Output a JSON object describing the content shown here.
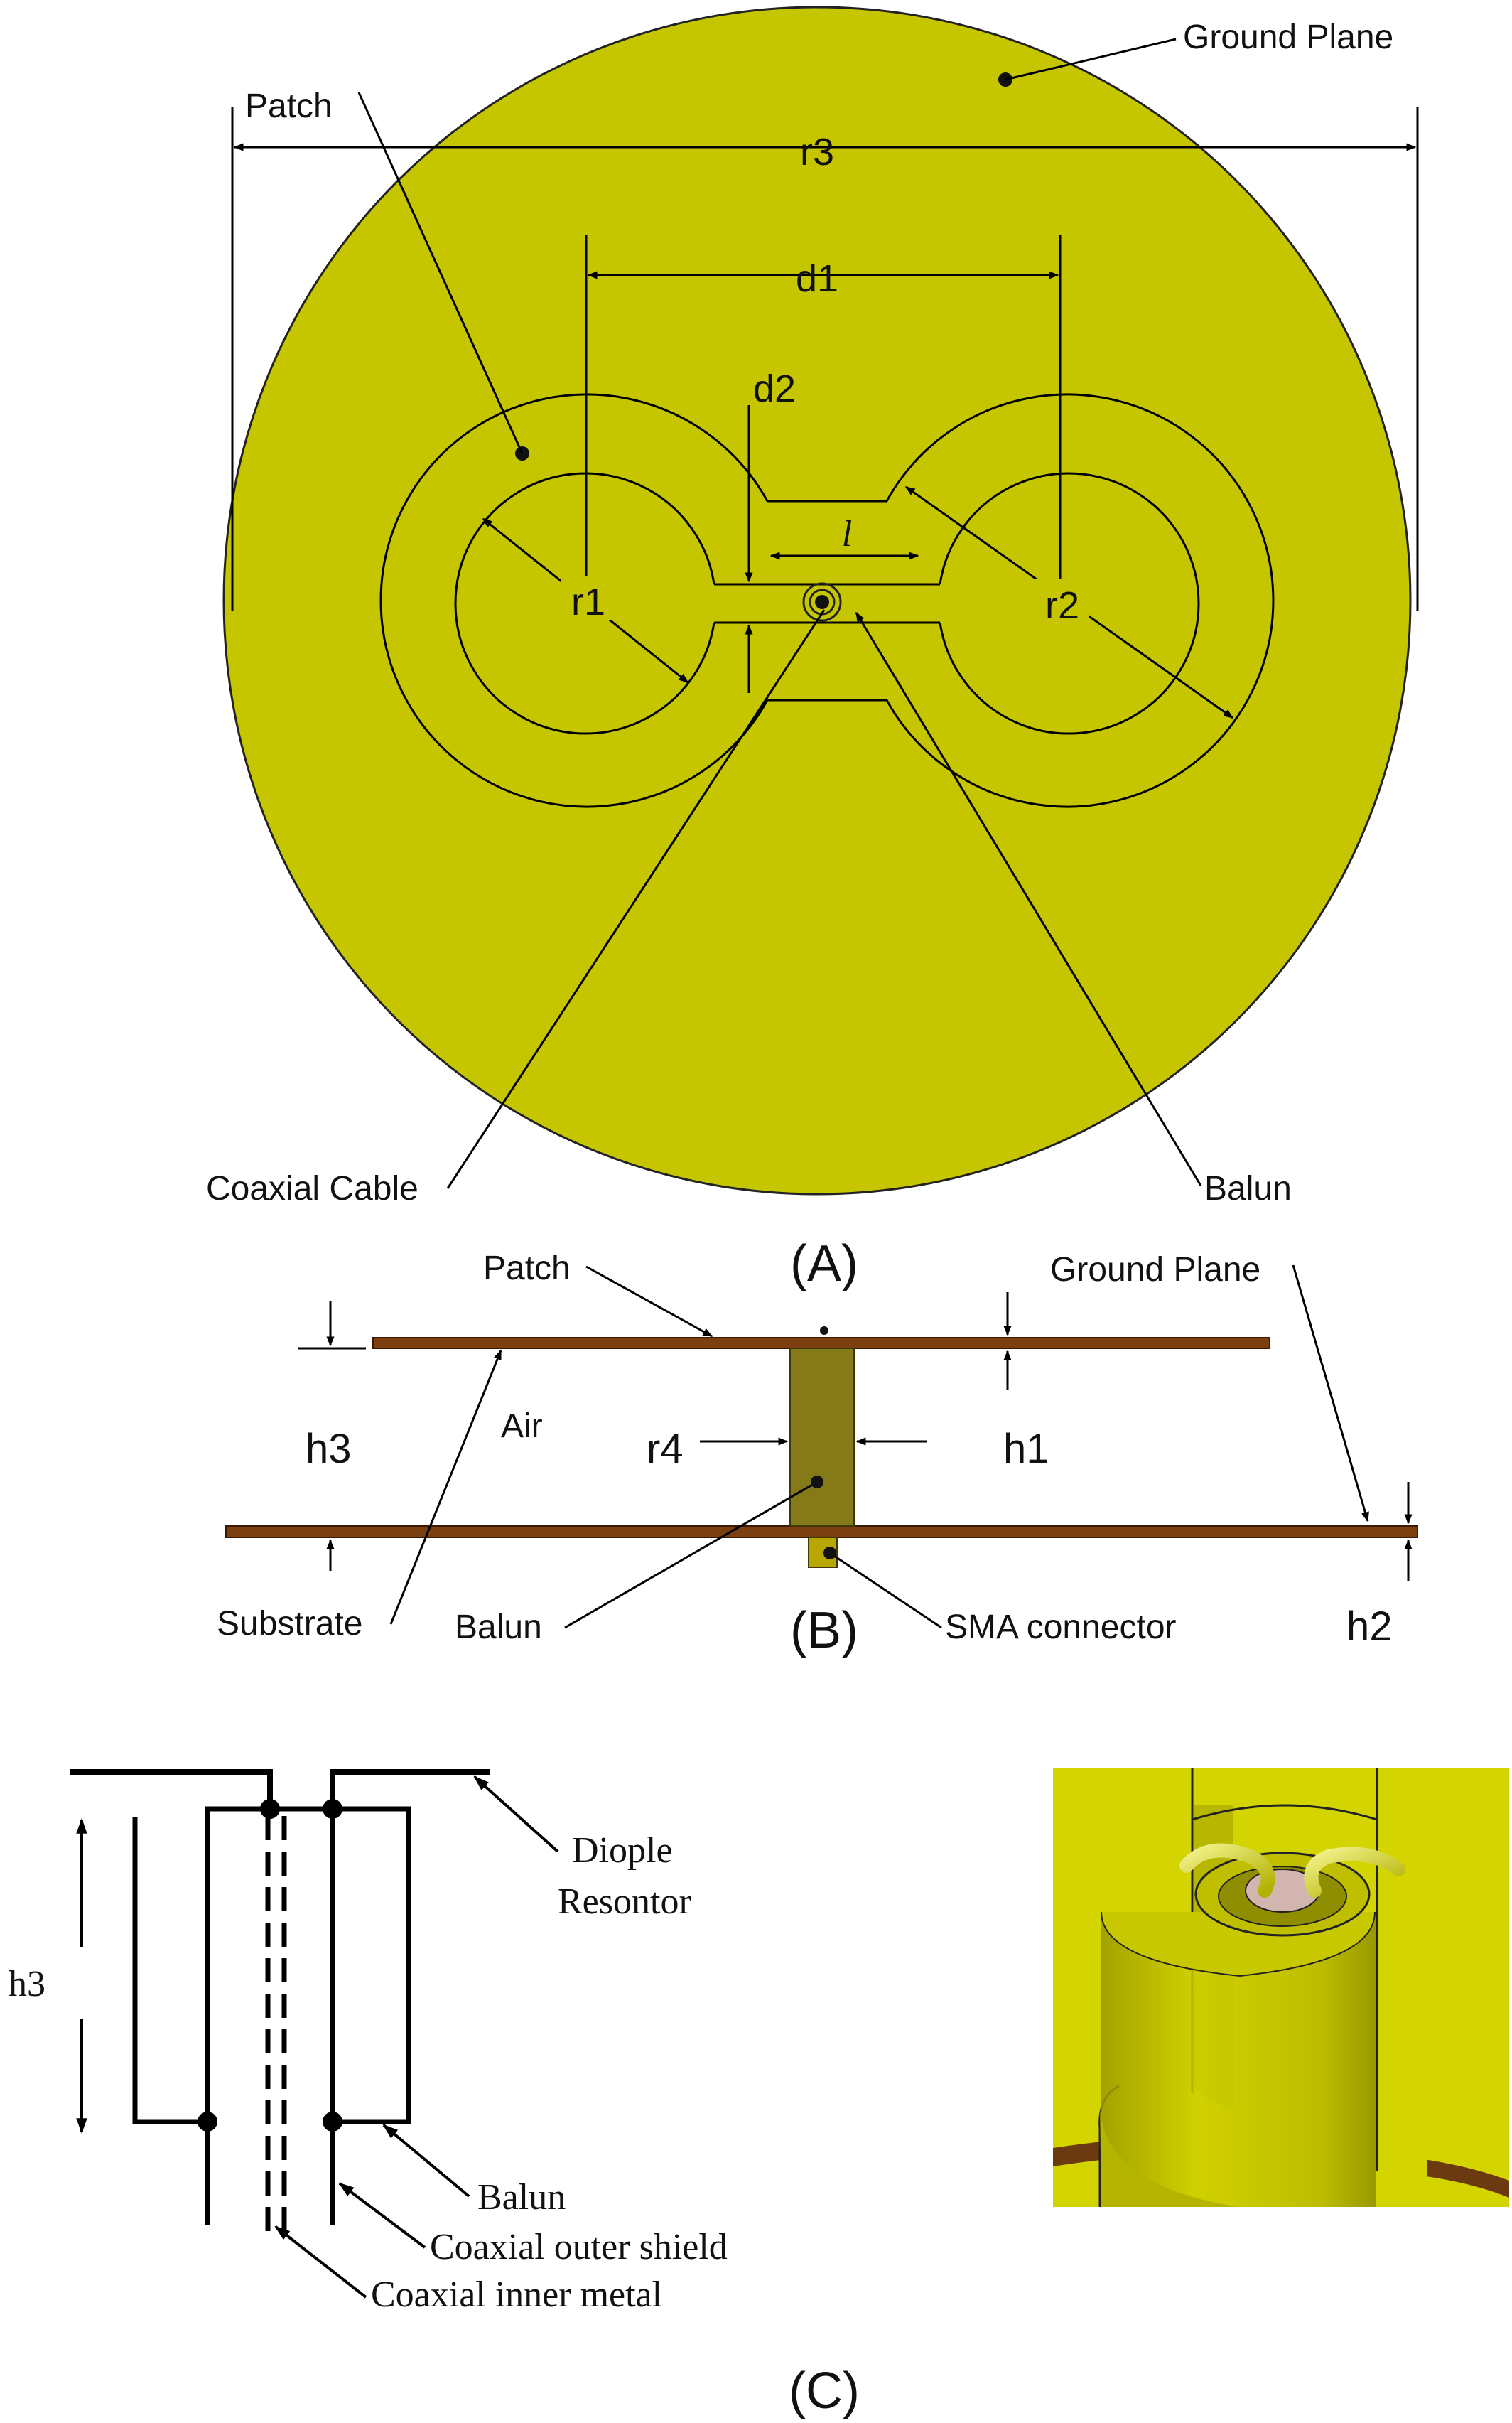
{
  "panel_a": {
    "caption": "(A)",
    "labels": {
      "ground_plane": "Ground Plane",
      "patch": "Patch",
      "coaxial_cable": "Coaxial Cable",
      "balun": "Balun"
    },
    "dimensions": {
      "r3": "r3",
      "d1": "d1",
      "d2": "d2",
      "l": "l",
      "r1": "r1",
      "r2": "r2"
    },
    "colors": {
      "board": "#c5c500",
      "outline": "#222222"
    }
  },
  "panel_b": {
    "caption": "(B)",
    "labels": {
      "patch": "Patch",
      "ground_plane": "Ground Plane",
      "air": "Air",
      "substrate": "Substrate",
      "balun": "Balun",
      "sma_connector": "SMA connector"
    },
    "dimensions": {
      "h3": "h3",
      "r4": "r4",
      "h1": "h1",
      "h2": "h2"
    },
    "colors": {
      "substrate": "#7b3f10",
      "balun": "#847a18"
    }
  },
  "panel_c": {
    "caption": "(C)",
    "labels": {
      "dipole_line1": "Diople",
      "dipole_line2": "Resontor",
      "balun": "Balun",
      "outer_shield": "Coaxial outer shield",
      "inner_metal": "Coaxial inner metal"
    },
    "dimensions": {
      "h3": "h3"
    },
    "colors": {
      "render_bg": "#d4d400",
      "render_copper": "#6b3a10"
    }
  }
}
